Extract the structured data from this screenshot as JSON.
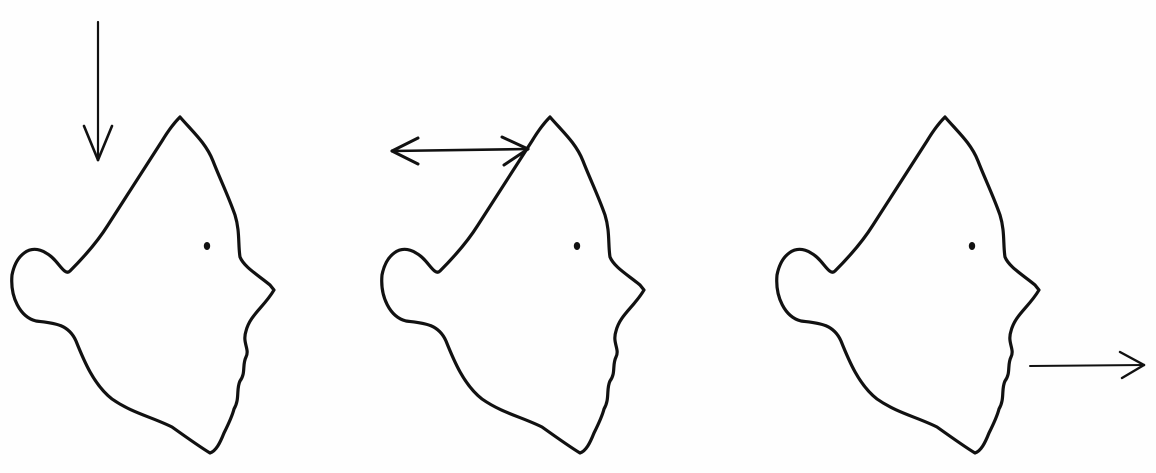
{
  "figure": {
    "background": "#fefefe",
    "ink_color": "#111111",
    "panels": [
      {
        "id": "panel-1",
        "arrow": "down"
      },
      {
        "id": "panel-2",
        "arrow": "left-right"
      },
      {
        "id": "panel-3",
        "arrow": "right"
      }
    ]
  }
}
